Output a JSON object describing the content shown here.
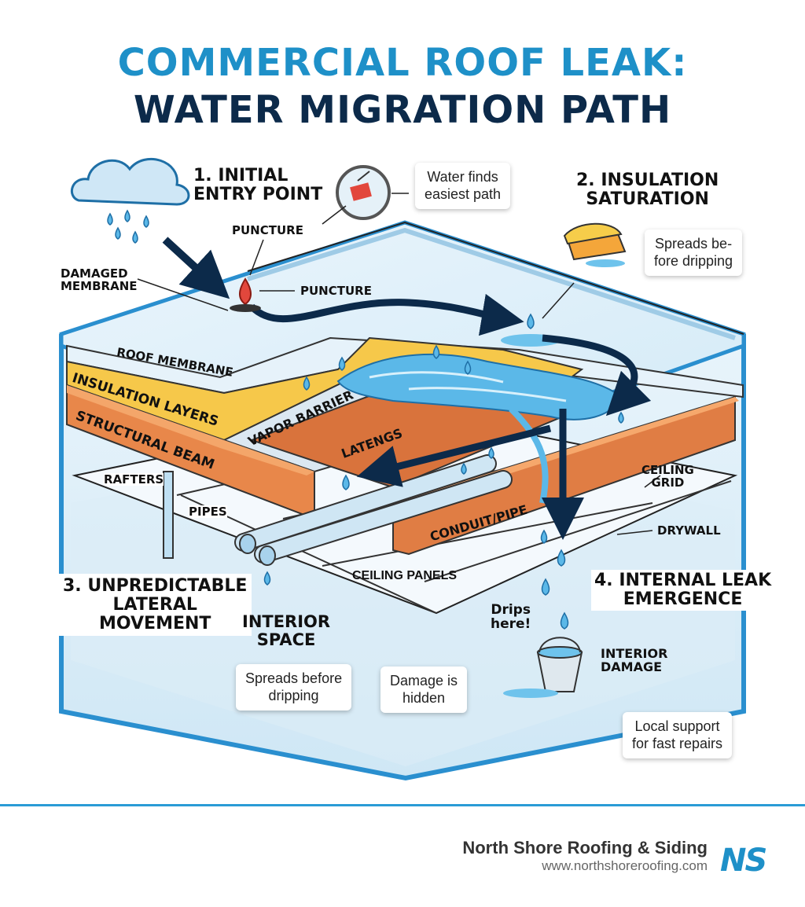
{
  "title": {
    "line1": "COMMERCIAL ROOF LEAK:",
    "line2": "WATER MIGRATION PATH"
  },
  "steps": {
    "step1": [
      "1. INITIAL",
      "ENTRY POINT"
    ],
    "step2": [
      "2. INSULATION",
      "SATURATION"
    ],
    "step3": [
      "3. UNPREDICTABLE",
      "LATERAL",
      "MOVEMENT"
    ],
    "step4": [
      "4. INTERNAL LEAK",
      "EMERGENCE"
    ]
  },
  "labels": {
    "puncture_top": "PUNCTURE",
    "puncture": "PUNCTURE",
    "damaged_membrane": [
      "DAMAGED",
      "MEMBRANE"
    ],
    "roof_membrane": "ROOF MEMBRANE",
    "insulation_layers": "INSULATION LAYERS",
    "vapor_barrier": "VAPOR BARRIER",
    "structural_beam": "STRUCTURAL BEAM",
    "latengs": "LATENGS",
    "rafters": "RAFTERS",
    "pipes": "PIPES",
    "conduit_pipe": "CONDUIT/PIPE",
    "ceiling_grid": [
      "CEILING",
      "GRID"
    ],
    "drywall": "DRYWALL",
    "ceiling_panels": "CEILING PANELS",
    "interior_space": [
      "INTERIOR",
      "SPACE"
    ],
    "drips_here": [
      "Drips",
      "here!"
    ],
    "interior_damage": [
      "INTERIOR",
      "DAMAGE"
    ]
  },
  "notes": {
    "water_finds": [
      "Water finds",
      "easiest path"
    ],
    "spreads_top": [
      "Spreads be-",
      "fore dripping"
    ],
    "spreads_bottom": [
      "Spreads before",
      "dripping"
    ],
    "damage_hidden": [
      "Damage is",
      "hidden"
    ],
    "local_support": [
      "Local support",
      "for fast repairs"
    ]
  },
  "footer": {
    "company": "North Shore Roofing & Siding",
    "url": "www.northshoreroofing.com",
    "logo": "NS"
  },
  "colors": {
    "accent_blue": "#1e90c8",
    "navy": "#0c2a4a",
    "insulation_yellow": "#f6c84a",
    "beam_orange": "#e8874a",
    "water": "#5bb8e8"
  }
}
